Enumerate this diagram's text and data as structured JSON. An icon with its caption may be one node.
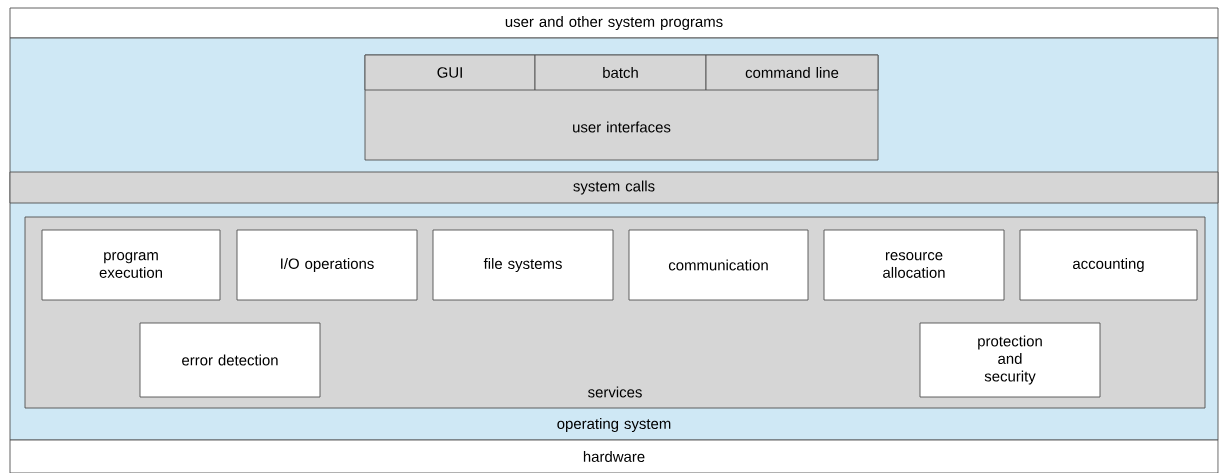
{
  "diagram": {
    "nodes": [
      {
        "text": [
          "user and other system programs"
        ]
      },
      {
        "text": [
          "operating system"
        ]
      },
      {
        "text": [
          "user interfaces"
        ],
        "in": 1
      },
      {
        "text": [
          "GUI"
        ],
        "in": 2
      },
      {
        "text": [
          "batch"
        ],
        "in": 2
      },
      {
        "text": [
          "command line"
        ],
        "in": 2
      },
      {
        "text": [
          "system calls"
        ],
        "in": 1
      },
      {
        "text": [
          "services"
        ],
        "in": 1
      },
      {
        "text": [
          "program execution"
        ],
        "in": 7
      },
      {
        "text": [
          "I/O operations"
        ],
        "in": 7
      },
      {
        "text": [
          "file systems"
        ],
        "in": 7
      },
      {
        "text": [
          "communication"
        ],
        "in": 7
      },
      {
        "text": [
          "resource allocation"
        ],
        "in": 7
      },
      {
        "text": [
          "accounting"
        ],
        "in": 7
      },
      {
        "text": [
          "error detection"
        ],
        "in": 7
      },
      {
        "text": [
          "protection and security"
        ],
        "in": 7
      },
      {
        "text": [
          "hardware"
        ]
      }
    ],
    "edges": []
  }
}
